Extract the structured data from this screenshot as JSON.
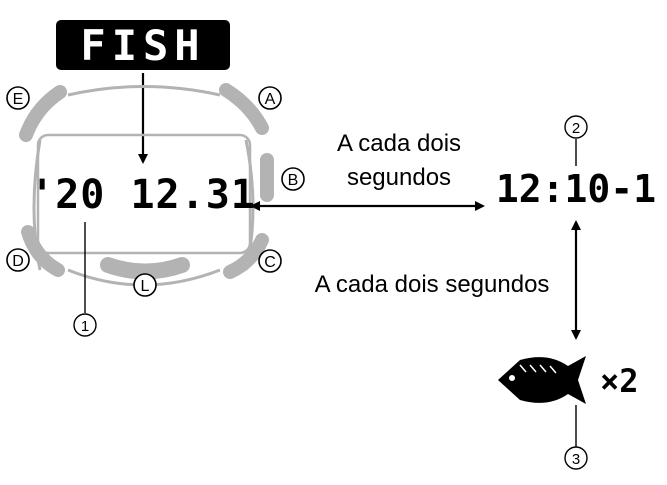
{
  "banner_text": "FISH",
  "watch": {
    "display_text": "'20 12.31",
    "buttons": {
      "A": "A",
      "B": "B",
      "C": "C",
      "D": "D",
      "E": "E",
      "L": "L"
    }
  },
  "captions": {
    "horizontal_line1": "A cada dois",
    "horizontal_line2": "segundos",
    "vertical": "A cada dois segundos"
  },
  "right_display": {
    "text": "12:10-1"
  },
  "fish_count": "×2",
  "callouts": {
    "one": "1",
    "two": "2",
    "three": "3"
  },
  "colors": {
    "ink": "#000000",
    "case_gray": "#b3b3b3",
    "background": "#ffffff"
  }
}
